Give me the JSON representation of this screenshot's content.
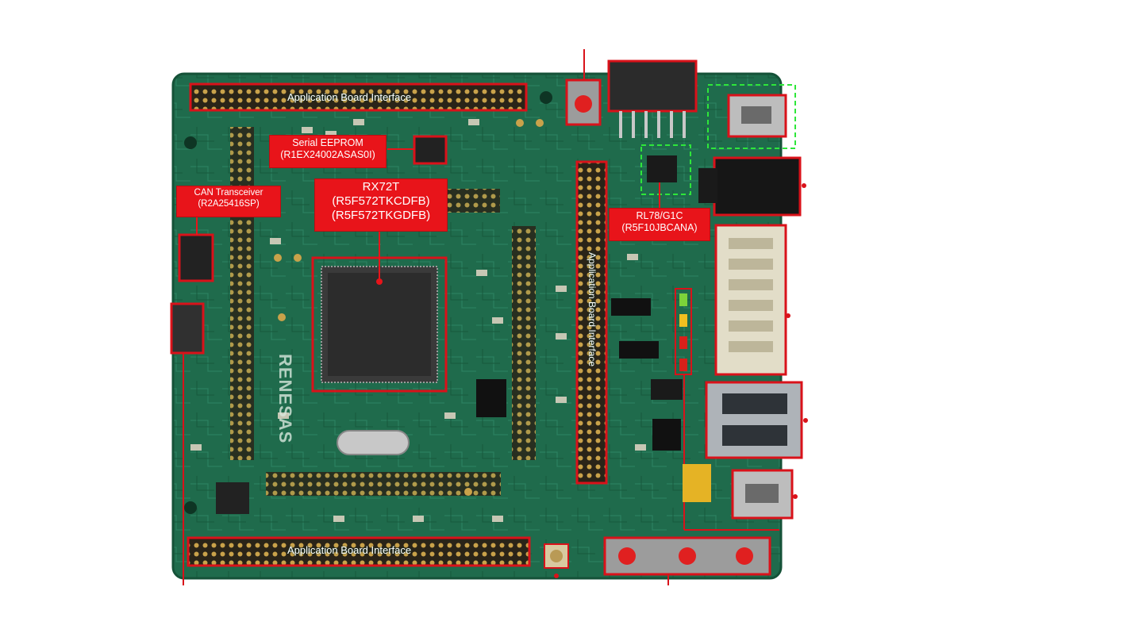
{
  "callouts": {
    "serial_eeprom": {
      "line1": "Serial EEPROM",
      "line2": "(R1EX24002ASAS0I)"
    },
    "can_transceiver": {
      "line1": "CAN Transceiver",
      "line2": "(R2A25416SP)"
    },
    "mcu": {
      "line1": "RX72T",
      "line2": "(R5F572TKCDFB)",
      "line3": "(R5F572TKGDFB)"
    },
    "usb_mcu": {
      "line1": "RL78/G1C",
      "line2": "(R5F10JBCANA)"
    }
  },
  "header_labels": {
    "top": "Application Board Interface",
    "bottom": "Application Board Interface",
    "vertical": "Application Board Interface"
  },
  "silkscreen": {
    "brand": "RENESAS"
  },
  "colors": {
    "pcb": "#1f6b4c",
    "callout": "#e8141a",
    "highlight": "#d9121a",
    "dashed": "#2ee63a"
  }
}
